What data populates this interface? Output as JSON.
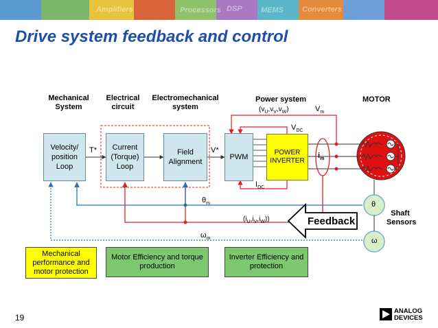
{
  "banner": {
    "words": [
      "Amplifiers",
      "Processors",
      "DSP",
      "MEMS",
      "Converters"
    ]
  },
  "title": "Drive system feedback and control",
  "page_number": "19",
  "logo": {
    "line1": "ANALOG",
    "line2": "DEVICES"
  },
  "diagram": {
    "headers": {
      "mechanical": "Mechanical System",
      "electrical": "Electrical circuit",
      "electromechanical": "Electromechanical system",
      "power": "Power system",
      "motor": "MOTOR"
    },
    "blocks": {
      "velocity": "Velocity/ position Loop",
      "current": "Current (Torque) Loop",
      "field": "Field Alignment",
      "pwm": "PWM",
      "inverter": "POWER INVERTER"
    },
    "signals": {
      "tstar_base": "T",
      "tstar_sup": "*",
      "vstar_base": "V",
      "vstar_sup": "*",
      "vuvw": "(v",
      "vuvw_u": "U",
      "vuvw_v": "V",
      "vuvw_w": "W",
      "vm_base": "V",
      "vm_sub": "m",
      "vdc_base": "V",
      "vdc_sub": "DC",
      "idc_base": "I",
      "idc_sub": "DC",
      "im_base": "i",
      "im_sub": "m",
      "theta_m_base": "θ",
      "theta_m_sub": "m",
      "iuvw": "(i",
      "iuvw_u": "U",
      "iuvw_v": "V",
      "iuvw_w": "W",
      "omega_m_base": "ω",
      "omega_m_sub": "m",
      "theta_sensor": "θ",
      "omega_sensor": "ω"
    },
    "feedback_label": "Feedback",
    "sensors_label": "Shaft Sensors",
    "categories": {
      "mechanical_perf": "Mechanical performance and motor protection",
      "motor_efficiency": "Motor Efficiency and torque production",
      "inverter_efficiency": "Inverter Efficiency and protection"
    }
  },
  "colors": {
    "title": "#1f4ea8",
    "block_fill": "#cfe6ee",
    "inverter_fill": "#ffff00",
    "green_fill": "#7dc86f",
    "yellow_box_fill": "#ffff00",
    "red_line": "#e02020",
    "blue_line": "#2a6fb5",
    "motor_red": "#e01010",
    "sensor_fill": "#d8efc8"
  }
}
